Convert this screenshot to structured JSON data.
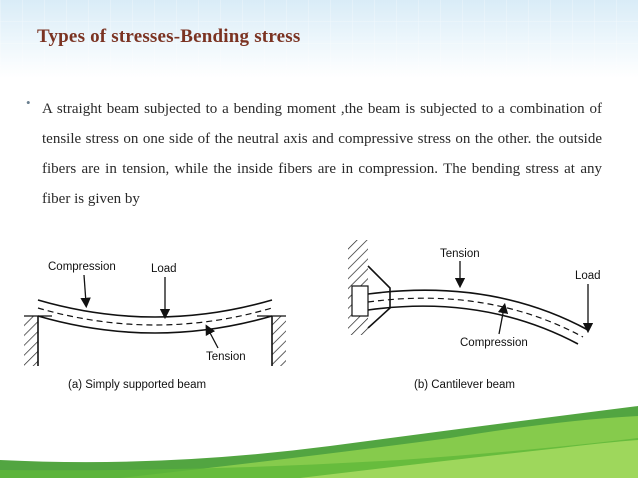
{
  "slide": {
    "title": "Types of stresses-Bending stress",
    "bullet_symbol": "•",
    "bullet_text": "A straight beam subjected to a bending moment ,the beam is subjected to a combination of tensile stress on one side of the neutral axis and compressive stress on the other. the outside fibers are in tension, while the inside fibers are in compression. The bending stress at any fiber is given by"
  },
  "figure": {
    "left_panel": {
      "compression_label": "Compression",
      "load_label": "Load",
      "tension_label": "Tension",
      "caption": "(a) Simply supported beam"
    },
    "right_panel": {
      "tension_label": "Tension",
      "load_label": "Load",
      "compression_label": "Compression",
      "caption": "(b) Cantilever beam"
    }
  },
  "colors": {
    "title": "#7b3322",
    "body_text": "#2a2a2a",
    "wave_green_dark": "#3f9b2c",
    "wave_green_light": "#8fd14f",
    "header_blue": "#d9ecf7"
  }
}
